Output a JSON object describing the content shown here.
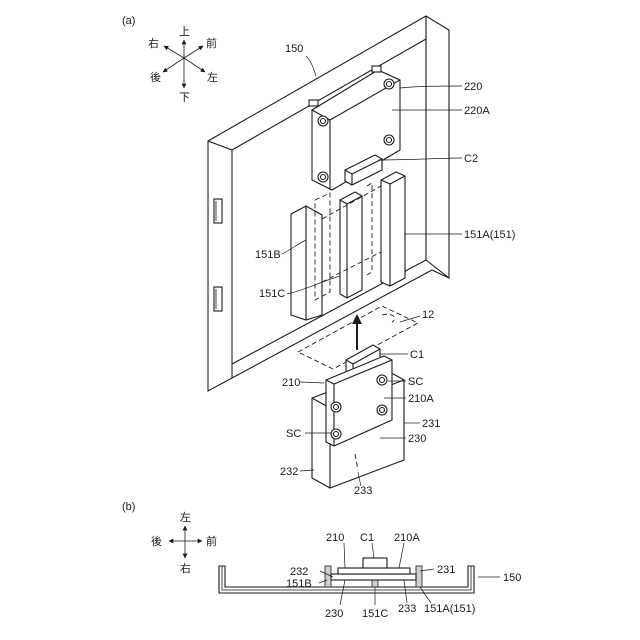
{
  "panel_a": {
    "label": "(a)",
    "compass": {
      "up": "上",
      "down": "下",
      "left": "左",
      "right": "右",
      "front": "前",
      "back": "後"
    },
    "labels": {
      "l150": "150",
      "l220": "220",
      "l220A": "220A",
      "lC2": "C2",
      "l151A": "151A(151)",
      "l151B": "151B",
      "l151C": "151C",
      "l12": "12",
      "lC1": "C1",
      "l210": "210",
      "lSC1": "SC",
      "l210A": "210A",
      "l231": "231",
      "lSC2": "SC",
      "l230": "230",
      "l232": "232",
      "l233": "233"
    }
  },
  "panel_b": {
    "label": "(b)",
    "compass": {
      "up": "左",
      "down": "右",
      "left": "後",
      "right": "前"
    },
    "labels": {
      "l210": "210",
      "lC1": "C1",
      "l210A": "210A",
      "l232": "232",
      "l231": "231",
      "l150": "150",
      "l151B": "151B",
      "l230": "230",
      "l151C": "151C",
      "l233": "233",
      "l151A": "151A(151)"
    }
  }
}
